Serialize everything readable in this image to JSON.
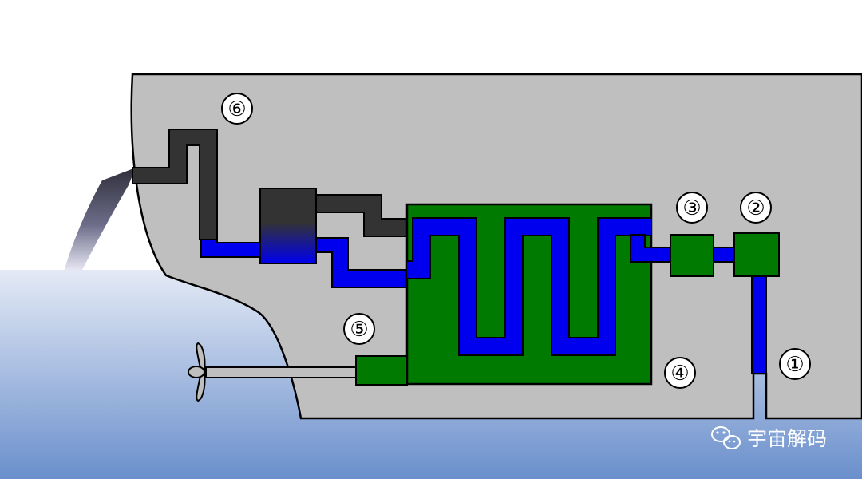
{
  "labels": {
    "propeller_motor": "⑤",
    "water_intake": "①",
    "filter": "②",
    "pump": "③",
    "reactor": "④",
    "exhaust": "⑥"
  },
  "watermark": {
    "icon": "wechat-icon",
    "text": "宇宙解码"
  },
  "colors": {
    "sky": "#ffffff",
    "sea_top": "#dfe6f3",
    "sea_bottom": "#6a8fcc",
    "hull": "#bfbfbf",
    "outline": "#000000",
    "reactor": "#017a01",
    "water_pipe": "#0000ee",
    "exhaust_pipe": "#333333",
    "shaft": "#bfbfbf"
  }
}
